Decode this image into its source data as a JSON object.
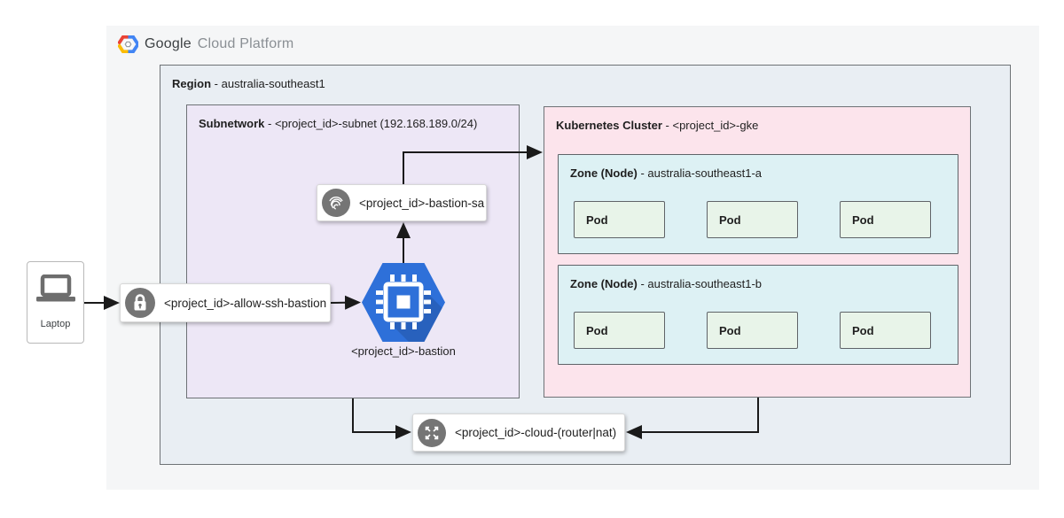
{
  "header": {
    "brand_bold": "Google",
    "brand_rest": "Cloud Platform"
  },
  "region": {
    "title_bold": "Region",
    "title_rest": " - australia-southeast1"
  },
  "subnetwork": {
    "title_bold": "Subnetwork",
    "title_rest": " - <project_id>-subnet (192.168.189.0/24)"
  },
  "cluster": {
    "title_bold": "Kubernetes Cluster",
    "title_rest": " - <project_id>-gke",
    "zones": [
      {
        "title_bold": "Zone (Node)",
        "title_rest": " - australia-southeast1-a",
        "pods": [
          "Pod",
          "Pod",
          "Pod"
        ]
      },
      {
        "title_bold": "Zone (Node)",
        "title_rest": " - australia-southeast1-b",
        "pods": [
          "Pod",
          "Pod",
          "Pod"
        ]
      }
    ]
  },
  "nodes": {
    "laptop": {
      "label": "Laptop",
      "icon": "laptop-icon"
    },
    "firewall": {
      "label": "<project_id>-allow-ssh-bastion",
      "icon": "lock-icon"
    },
    "service_account": {
      "label": "<project_id>-bastion-sa",
      "icon": "fingerprint-icon"
    },
    "bastion": {
      "label": "<project_id>-bastion",
      "icon": "chip-icon"
    },
    "router": {
      "label": "<project_id>-cloud-(router|nat)",
      "icon": "route-arrows-icon"
    }
  },
  "colors": {
    "panel_fill": "#f5f6f7",
    "region_fill": "#e9eef3",
    "subnet_fill": "#ede7f6",
    "cluster_fill": "#fce4ec",
    "zone_fill": "#ddf1f4",
    "pod_fill": "#e8f4e9",
    "icon_circle_gray": "#757575",
    "bastion_blue": "#2e70d9",
    "arrow_black": "#1a1a1a",
    "logo_red": "#ea4335",
    "logo_yellow": "#fbbc05",
    "logo_blue": "#4285f4"
  }
}
